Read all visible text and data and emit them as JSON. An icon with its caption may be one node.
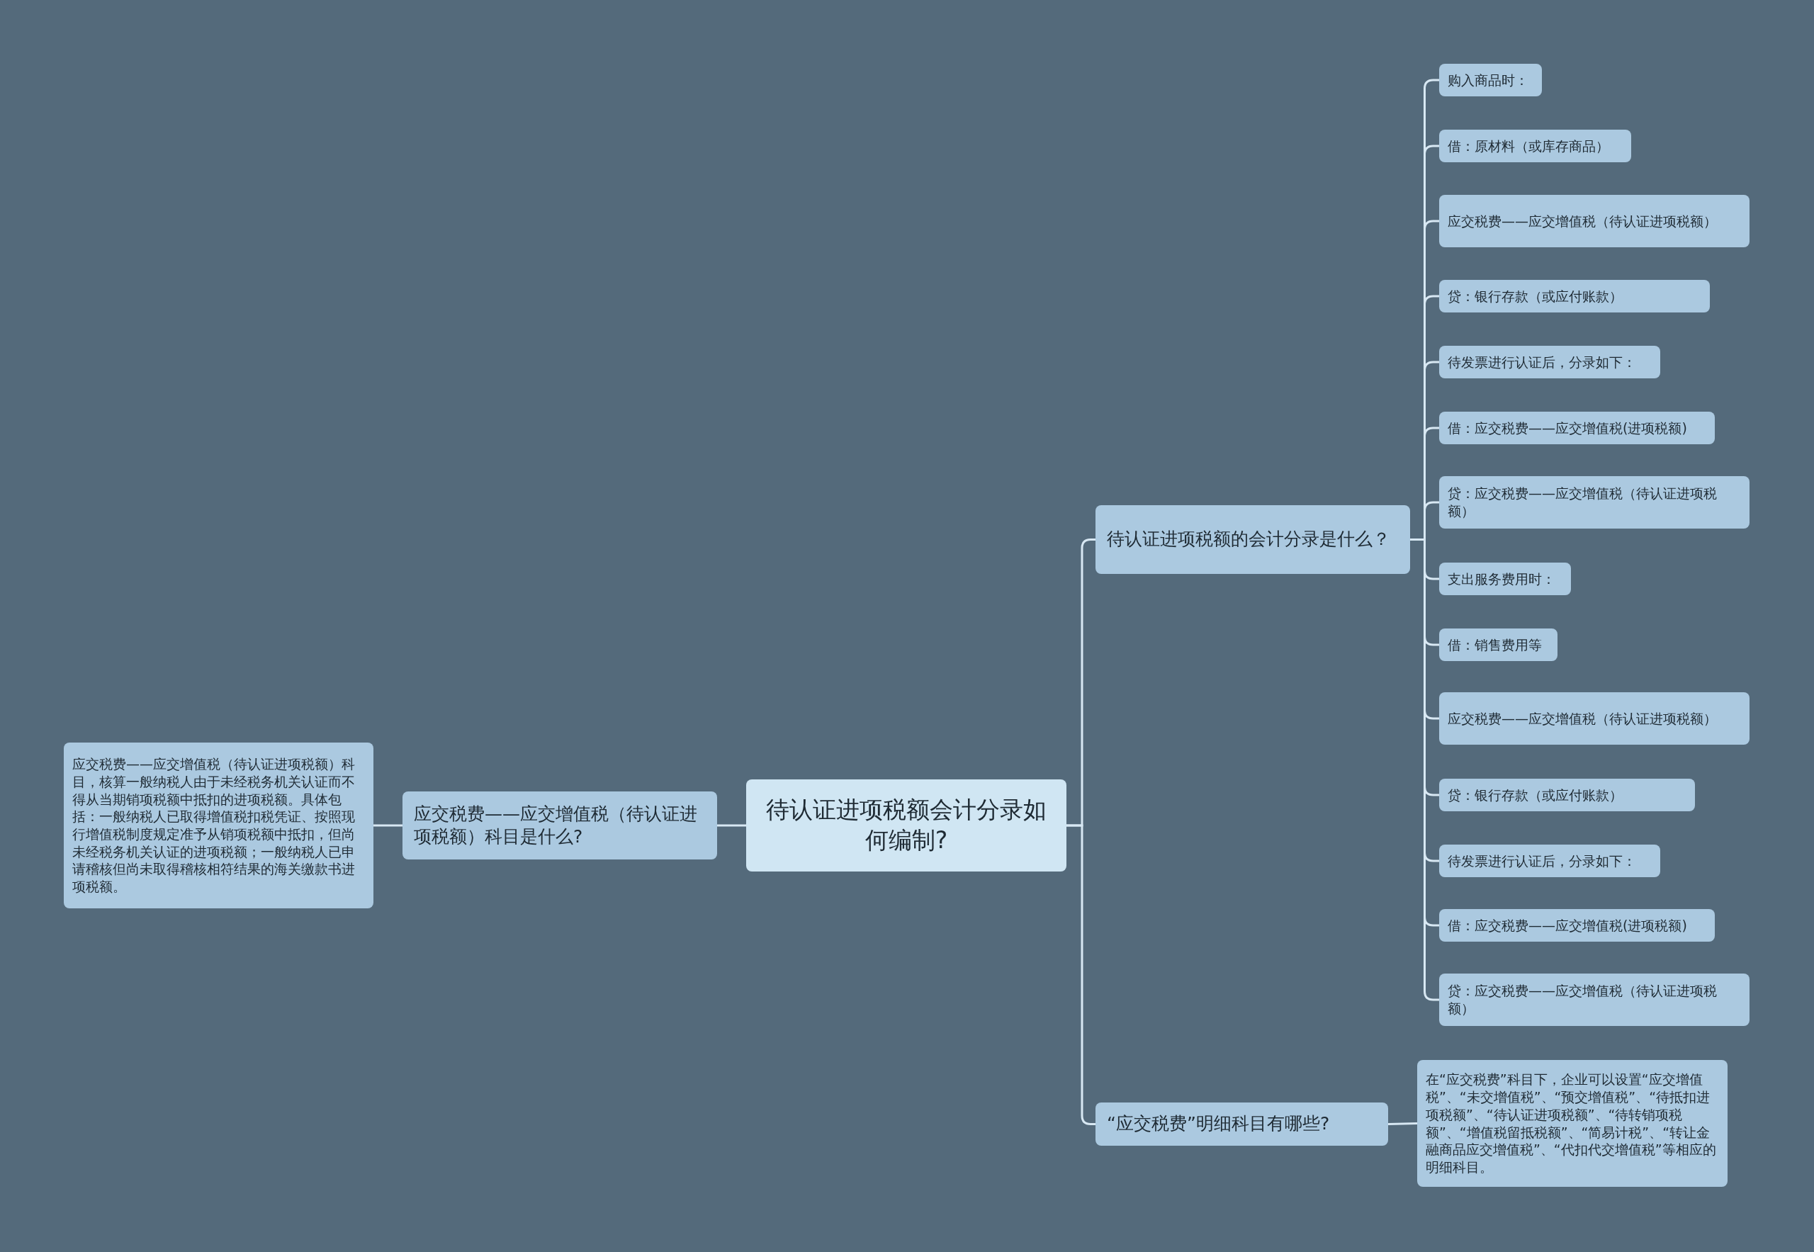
{
  "diagram": {
    "nodes": [
      {
        "text": [
          "待认证进项税额会计分录如何编制?"
        ]
      },
      {
        "text": [
          "应交税费——应交增值税（待认证进项税额）科目是什么?"
        ]
      },
      {
        "text": [
          "应交税费——应交增值税（待认证进项税额）科目，核算一般纳税人由于未经税务机关认证而不得从当期销项税额中抵扣的进项税额。具体包括：一般纳税人已取得增值税扣税凭证、按照现行增值税制度规定准予从销项税额中抵扣，但尚未经税务机关认证的进项税额；一般纳税人已申请稽核但尚未取得稽核相符结果的海关缴款书进项税额。"
        ]
      },
      {
        "text": [
          "待认证进项税额的会计分录是什么？"
        ]
      },
      {
        "text": [
          "购入商品时："
        ]
      },
      {
        "text": [
          "借：原材料（或库存商品）"
        ]
      },
      {
        "text": [
          "应交税费——应交增值税（待认证进项税额）"
        ]
      },
      {
        "text": [
          "贷：银行存款（或应付账款）"
        ]
      },
      {
        "text": [
          "待发票进行认证后，分录如下："
        ]
      },
      {
        "text": [
          "借：应交税费——应交增值税(进项税额)"
        ]
      },
      {
        "text": [
          "贷：应交税费——应交增值税（待认证进项税额）"
        ]
      },
      {
        "text": [
          "支出服务费用时："
        ]
      },
      {
        "text": [
          "借：销售费用等"
        ]
      },
      {
        "text": [
          "应交税费——应交增值税（待认证进项税额）"
        ]
      },
      {
        "text": [
          "贷：银行存款（或应付账款）"
        ]
      },
      {
        "text": [
          "待发票进行认证后，分录如下："
        ]
      },
      {
        "text": [
          "借：应交税费——应交增值税(进项税额)"
        ]
      },
      {
        "text": [
          "贷：应交税费——应交增值税（待认证进项税额）"
        ]
      },
      {
        "text": [
          "“应交税费”明细科目有哪些?"
        ]
      },
      {
        "text": [
          "在“应交税费”科目下，企业可以设置“应交增值税”、“未交增值税”、“预交增值税”、“待抵扣进项税额”、“待认证进项税额”、“待转销项税额”、“增值税留抵税额”、“简易计税”、“转让金融商品应交增值税”、“代扣代交增值税”等相应的明细科目。"
        ]
      }
    ],
    "edges": [
      {
        "from": 0,
        "to": 1,
        "arrow": "none"
      },
      {
        "from": 1,
        "to": 2,
        "arrow": "none"
      },
      {
        "from": 0,
        "to": 3,
        "arrow": "none"
      },
      {
        "from": 3,
        "to": 4,
        "arrow": "none"
      },
      {
        "from": 3,
        "to": 5,
        "arrow": "none"
      },
      {
        "from": 3,
        "to": 6,
        "arrow": "none"
      },
      {
        "from": 3,
        "to": 7,
        "arrow": "none"
      },
      {
        "from": 3,
        "to": 8,
        "arrow": "none"
      },
      {
        "from": 3,
        "to": 9,
        "arrow": "none"
      },
      {
        "from": 3,
        "to": 10,
        "arrow": "none"
      },
      {
        "from": 3,
        "to": 11,
        "arrow": "none"
      },
      {
        "from": 3,
        "to": 12,
        "arrow": "none"
      },
      {
        "from": 3,
        "to": 13,
        "arrow": "none"
      },
      {
        "from": 3,
        "to": 14,
        "arrow": "none"
      },
      {
        "from": 3,
        "to": 15,
        "arrow": "none"
      },
      {
        "from": 3,
        "to": 16,
        "arrow": "none"
      },
      {
        "from": 3,
        "to": 17,
        "arrow": "none"
      },
      {
        "from": 0,
        "to": 18,
        "arrow": "none"
      },
      {
        "from": 18,
        "to": 19,
        "arrow": "none"
      }
    ]
  }
}
